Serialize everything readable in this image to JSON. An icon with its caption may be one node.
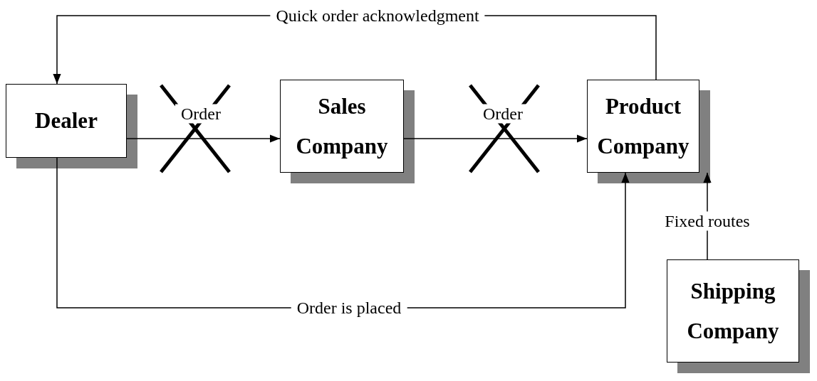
{
  "diagram": {
    "nodes": [
      {
        "text": [
          "Dealer"
        ]
      },
      {
        "text": [
          "Sales Company"
        ]
      },
      {
        "text": [
          "Product Company"
        ]
      },
      {
        "text": [
          "Shipping Company"
        ]
      }
    ],
    "edges": [
      {
        "from": 0,
        "to": 1,
        "arrow": "to",
        "label": "Order"
      },
      {
        "from": 1,
        "to": 2,
        "arrow": "to",
        "label": "Order"
      },
      {
        "from": 2,
        "to": 0,
        "arrow": "to",
        "label": "Quick order acknowledgment"
      },
      {
        "from": 0,
        "to": 2,
        "arrow": "to",
        "label": "Order is placed"
      },
      {
        "from": 3,
        "to": 2,
        "arrow": "to",
        "label": "Fixed routes"
      }
    ]
  }
}
